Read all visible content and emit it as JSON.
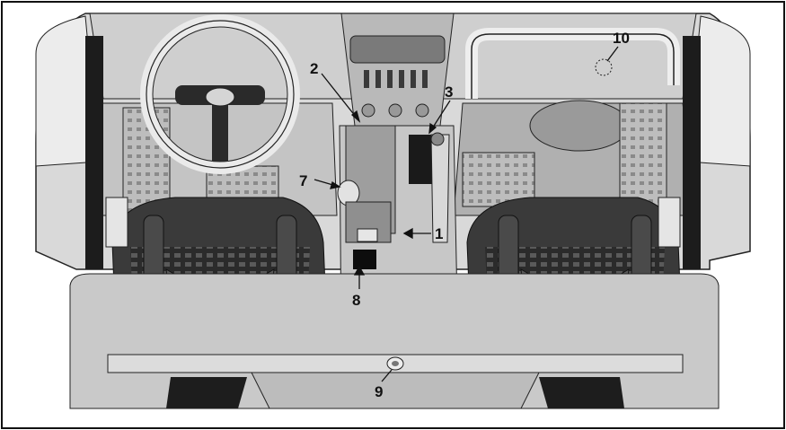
{
  "figure": {
    "frame_color": "#111111",
    "background": "#ffffff",
    "callouts": [
      {
        "id": "c1",
        "text": "1"
      },
      {
        "id": "c2",
        "text": "2"
      },
      {
        "id": "c3",
        "text": "3"
      },
      {
        "id": "c7",
        "text": "7"
      },
      {
        "id": "c8",
        "text": "8"
      },
      {
        "id": "c9",
        "text": "9"
      },
      {
        "id": "c10",
        "text": "10"
      }
    ]
  }
}
